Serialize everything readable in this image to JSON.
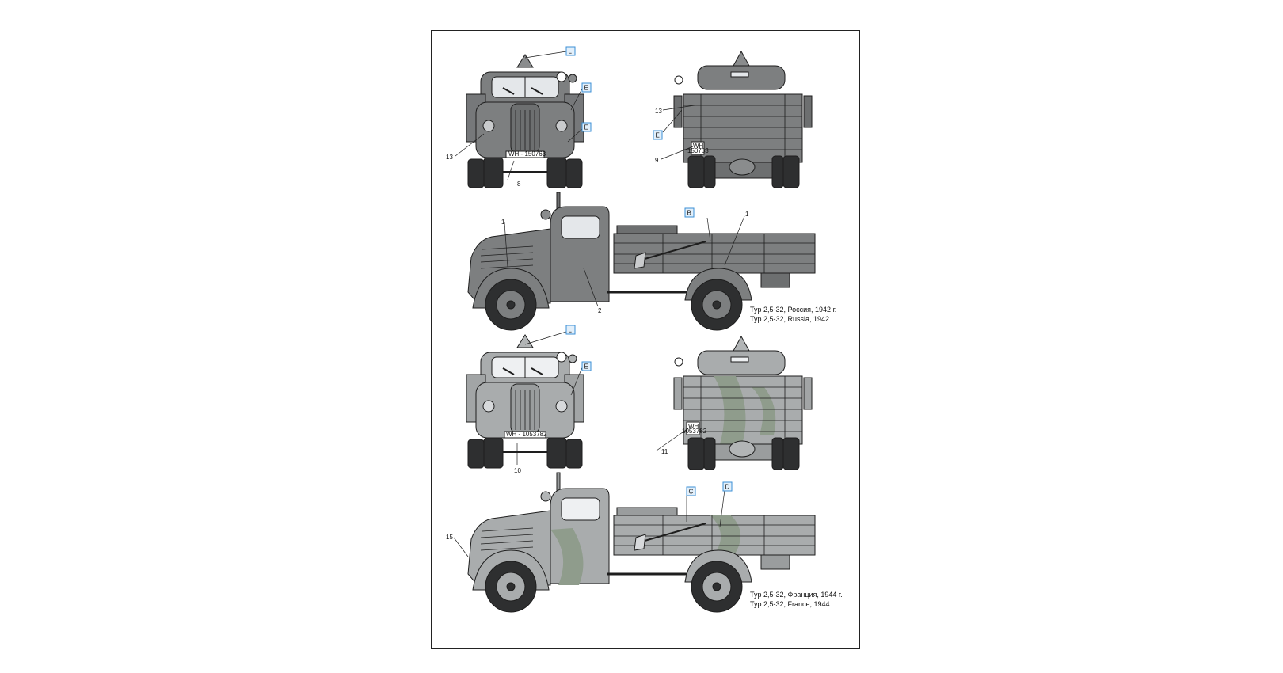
{
  "colors": {
    "background": "#ffffff",
    "paper_border": "#222222",
    "grey_1942": "#7d7f80",
    "grey_1944": "#a9acad",
    "camo": "#8f9c8c",
    "callout_box": "#3b8fd6",
    "callout_fill": "#e2effa",
    "outline": "#1e1e1e"
  },
  "callouts": {
    "L": "L",
    "E": "E",
    "B": "B",
    "C": "C",
    "D": "D"
  },
  "numbers": {
    "n1": "1",
    "n2": "2",
    "n8": "8",
    "n9": "9",
    "n10": "10",
    "n11": "11",
    "n13": "13",
    "n15": "15"
  },
  "plates": {
    "front_1942": "WH - 150763",
    "rear_1942_top": "WH",
    "rear_1942_bottom": "150763",
    "front_1944": "WH - 1053782",
    "rear_1944_top": "WH",
    "rear_1944_bottom": "1053782"
  },
  "captions": {
    "v1942": {
      "ru": "Typ 2,5-32, Россия, 1942 г.",
      "en": "Typ 2,5-32, Russia, 1942"
    },
    "v1944": {
      "ru": "Typ 2,5-32, Франция, 1944 г.",
      "en": "Typ 2,5-32, France, 1944"
    }
  }
}
